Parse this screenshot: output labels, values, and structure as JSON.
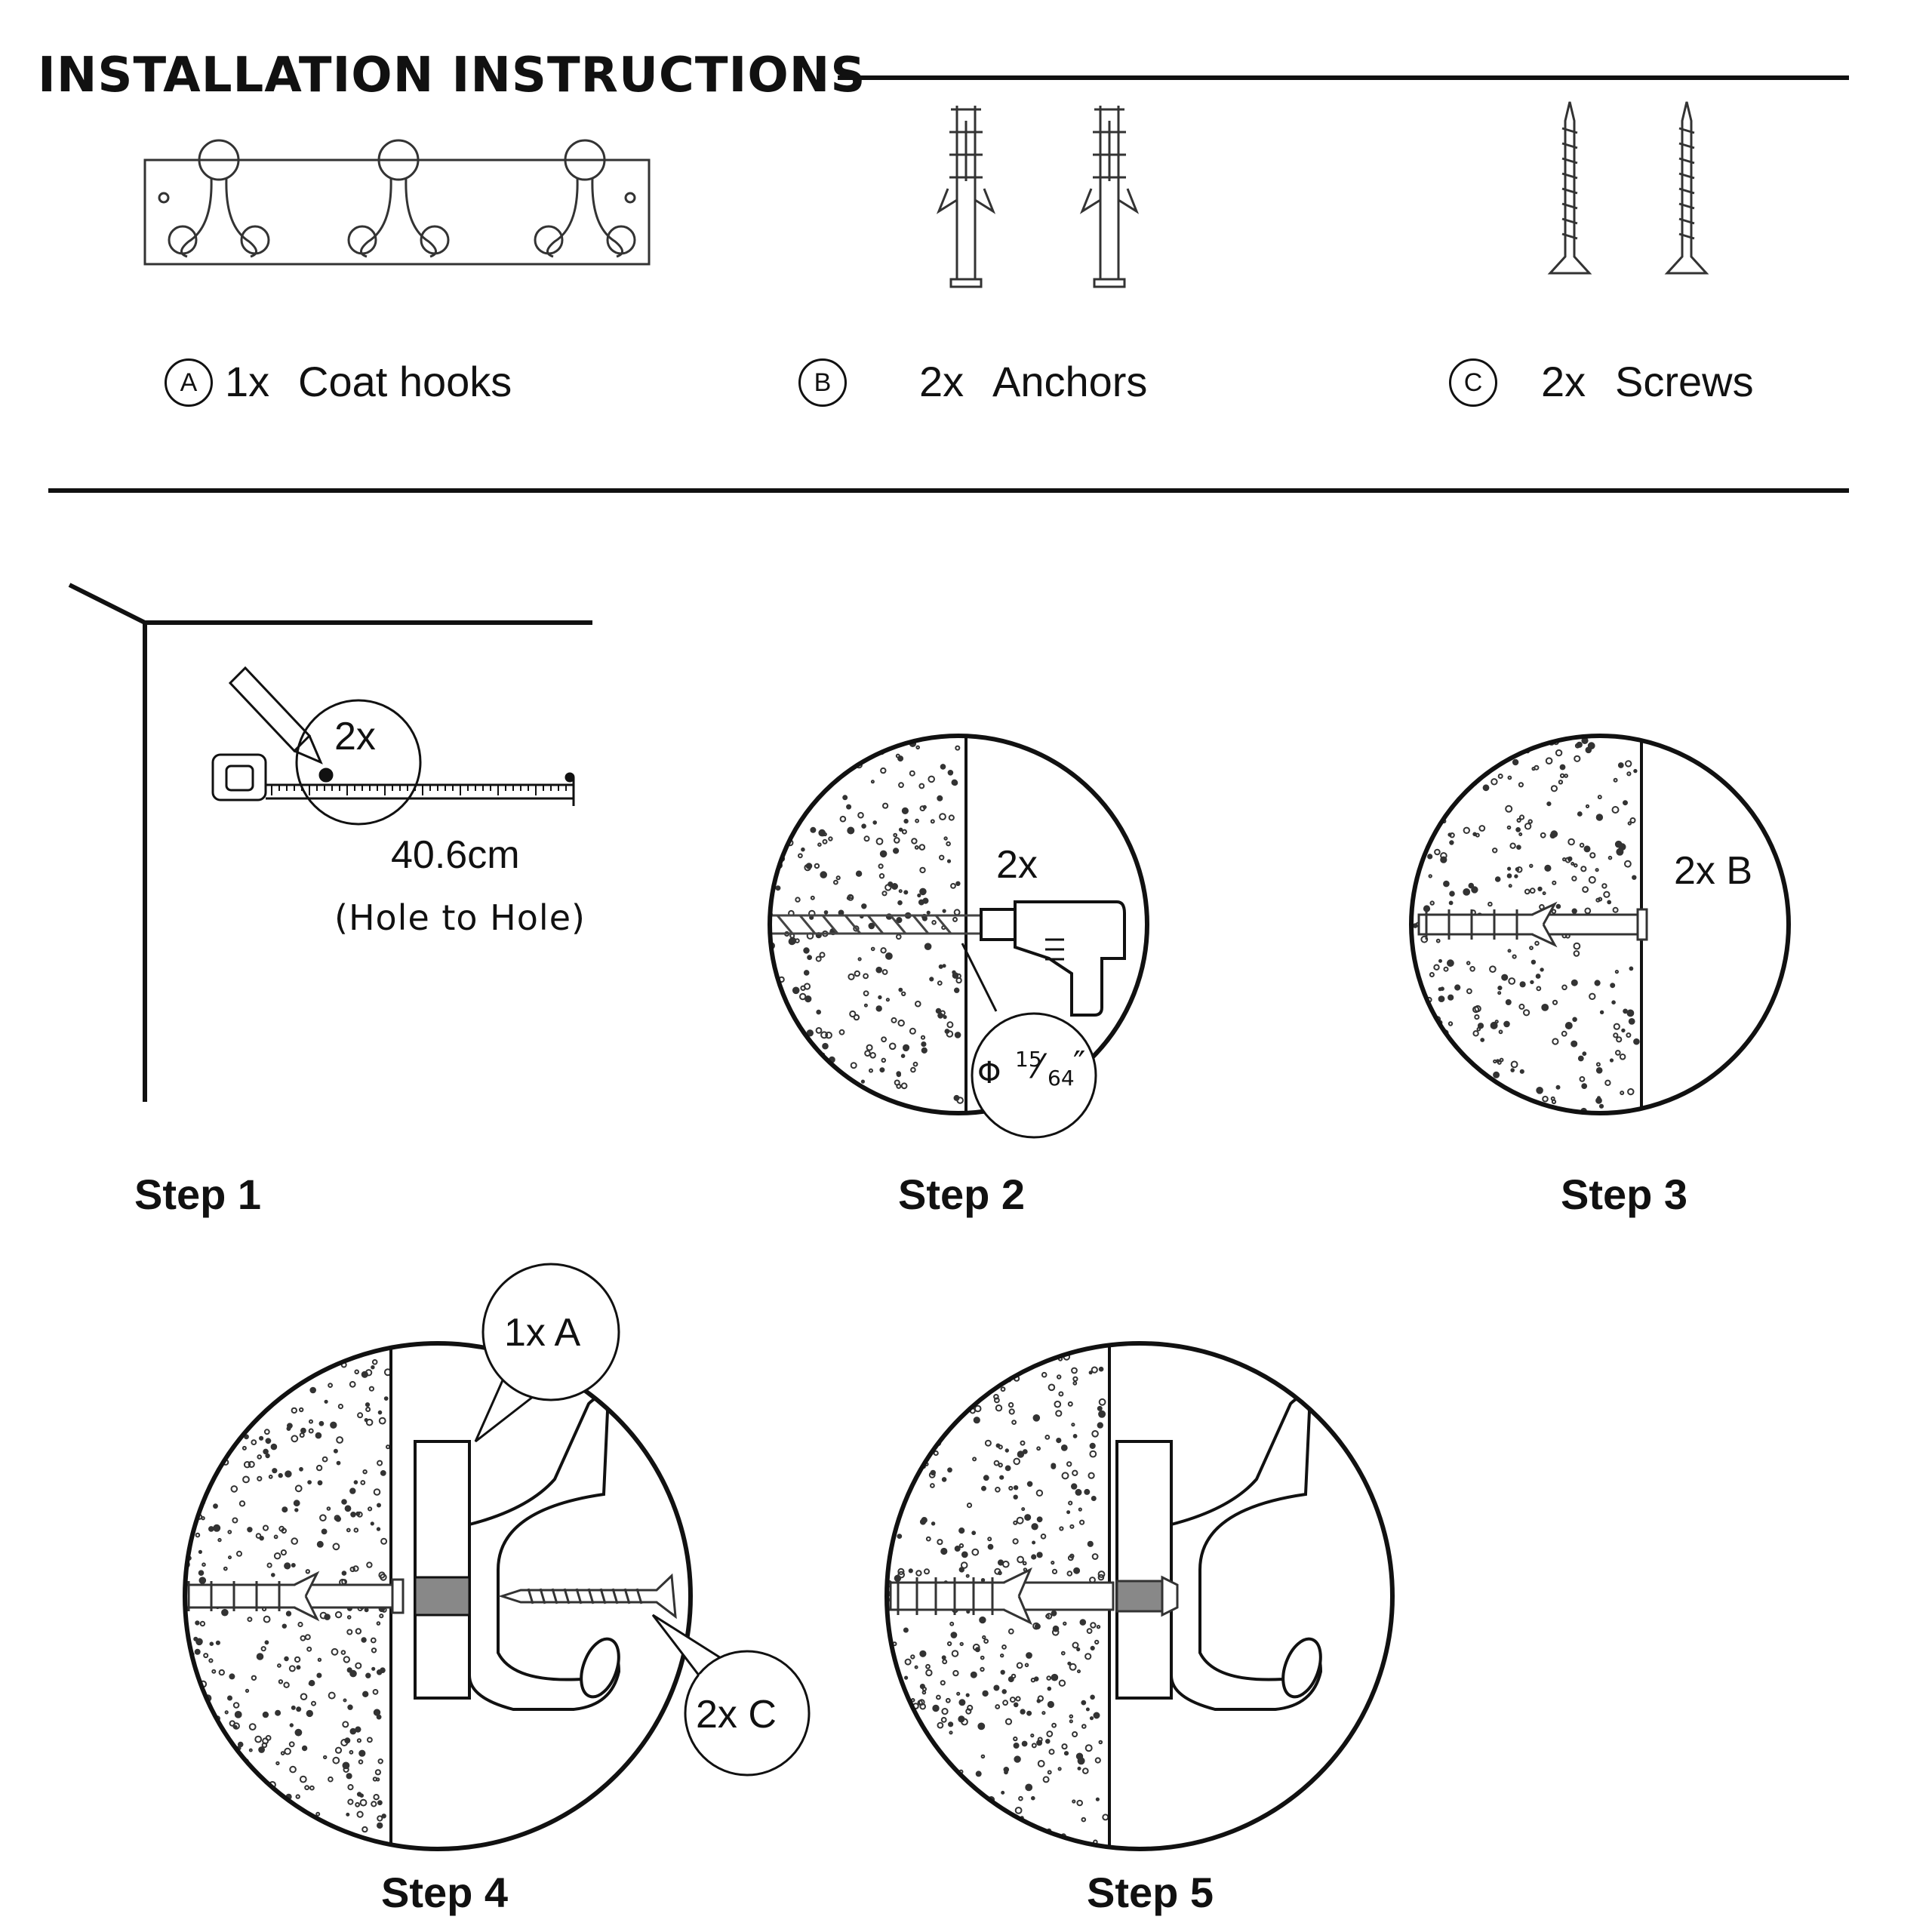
{
  "title": "INSTALLATION INSTRUCTIONS",
  "parts": [
    {
      "badge": "A",
      "qty": "1x",
      "name": "Coat hooks",
      "icon": "coat-rack"
    },
    {
      "badge": "B",
      "qty": "2x",
      "name": "Anchors",
      "icon": "wall-anchor"
    },
    {
      "badge": "C",
      "qty": "2x",
      "name": "Screws",
      "icon": "screw"
    }
  ],
  "steps": [
    {
      "label": "Step 1",
      "count": "2x",
      "distance": "40.6cm",
      "note": "(Hole to Hole)"
    },
    {
      "label": "Step 2",
      "count": "2x",
      "drill_size": {
        "symbol": "Φ",
        "numerator": "15",
        "denominator": "64",
        "unit": "″"
      }
    },
    {
      "label": "Step 3",
      "callout": "2x B"
    },
    {
      "label": "Step 4",
      "callouts": [
        "1x A",
        "2x C"
      ]
    },
    {
      "label": "Step 5"
    }
  ]
}
